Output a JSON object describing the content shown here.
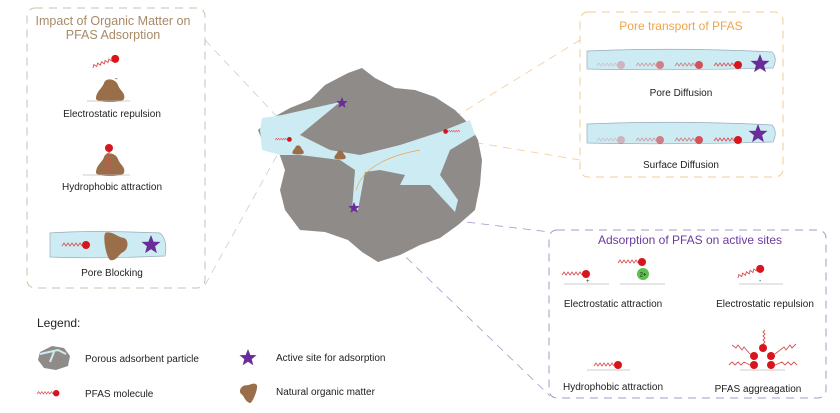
{
  "organic_matter_panel": {
    "title_line1": "Impact of Organic Matter on",
    "title_line2": "PFAS Adsorption",
    "items": [
      "Electrostatic repulsion",
      "Hydrophobic attraction",
      "Pore Blocking"
    ]
  },
  "pore_transport_panel": {
    "title": "Pore transport of PFAS",
    "items": [
      "Pore Diffusion",
      "Surface Diffusion"
    ]
  },
  "active_sites_panel": {
    "title": "Adsorption of PFAS on active sites",
    "items": [
      "Electrostatic attraction",
      "Electrostatic repulsion",
      "Hydrophobic attraction",
      "PFAS aggreagation"
    ],
    "cation_label": "2+"
  },
  "legend": {
    "title": "Legend:",
    "items": [
      "Porous adsorbent particle",
      "Active site for adsorption",
      "PFAS molecule",
      "Natural organic matter"
    ]
  },
  "colors": {
    "particle": "#8f8b88",
    "pore": "#cdebf3",
    "pfas_head": "#d8141c",
    "pfas_tail": "#d85050",
    "organic_matter": "#9a6e48",
    "active_site": "#6a2c98",
    "cation": "#5cc04a",
    "organic_panel_border": "#cdbfae",
    "organic_panel_title": "#a88a68",
    "transport_panel_border": "#f2cc98",
    "transport_panel_title": "#f0a448",
    "active_panel_border": "#a898c8",
    "active_panel_title": "#6a3aa0"
  }
}
